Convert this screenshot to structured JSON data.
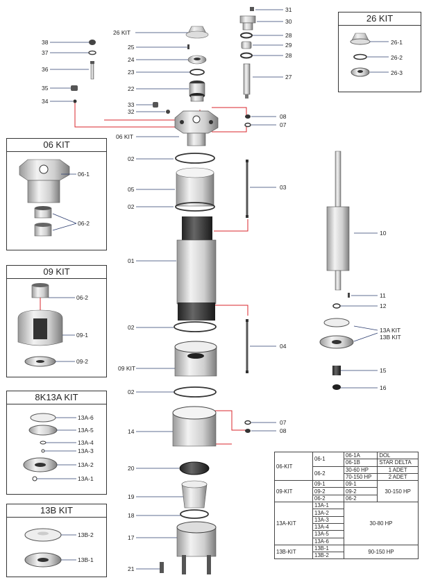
{
  "labels": {
    "p31": "31",
    "p30": "30",
    "p28a": "28",
    "p29": "29",
    "p28b": "28",
    "p27": "27",
    "p26kit": "26 KIT",
    "p25": "25",
    "p24": "24",
    "p23": "23",
    "p22": "22",
    "p38": "38",
    "p37": "37",
    "p36": "36",
    "p35": "35",
    "p34": "34",
    "p33": "33",
    "p32": "32",
    "p08a": "08",
    "p07a": "07",
    "p06kit": "06 KIT",
    "p02a": "02",
    "p03": "03",
    "p05": "05",
    "p02b": "02",
    "p01": "01",
    "p10": "10",
    "p11": "11",
    "p12": "12",
    "p13akit": "13A KIT",
    "p13bkit": "13B KIT",
    "p02c": "02",
    "p04": "04",
    "p09kit": "09 KIT",
    "p02d": "02",
    "p15": "15",
    "p16": "16",
    "p07b": "07",
    "p08b": "08",
    "p14": "14",
    "p20": "20",
    "p19": "19",
    "p18": "18",
    "p17": "17",
    "p21": "21"
  },
  "kits": {
    "k26": {
      "title": "26 KIT",
      "items": [
        "26-1",
        "26-2",
        "26-3"
      ]
    },
    "k06": {
      "title": "06 KIT",
      "items": [
        "06-1",
        "06-2"
      ]
    },
    "k09": {
      "title": "09 KIT",
      "items": [
        "06-2",
        "09-1",
        "09-2"
      ]
    },
    "k8k13a": {
      "title": "8K13A KIT",
      "items": [
        "13A-6",
        "13A-5",
        "13A-4",
        "13A-3",
        "13A-2",
        "13A-1"
      ]
    },
    "k13b": {
      "title": "13B KIT",
      "items": [
        "13B-2",
        "13B-1"
      ]
    }
  },
  "table": {
    "k06": "06-KIT",
    "k06_1": "06-1",
    "k06_1a": "06-1A",
    "dol": "DOL",
    "k06_1b": "06-1B",
    "star": "STAR DELTA",
    "k06_2": "06-2",
    "hp30_60": "30-60 HP",
    "adet1": "1 ADET",
    "hp70_150": "70-150 HP",
    "adet2": "2 ADET",
    "k09": "09-KIT",
    "k09_1": "09-1",
    "k09_2": "09-2",
    "k06_2b": "06-2",
    "k09_1r": "09-1",
    "k09_2r": "09-2",
    "k06_2r": "06-2",
    "hp30_150": "30-150 HP",
    "k13a": "13A-KIT",
    "a1": "13A-1",
    "a2": "13A-2",
    "a3": "13A-3",
    "a4": "13A-4",
    "a5": "13A-5",
    "a6": "13A-6",
    "hp30_80": "30-80 HP",
    "k13b": "13B-KIT",
    "b1": "13B-1",
    "b2": "13B-2",
    "hp90_150": "90-150 HP"
  }
}
